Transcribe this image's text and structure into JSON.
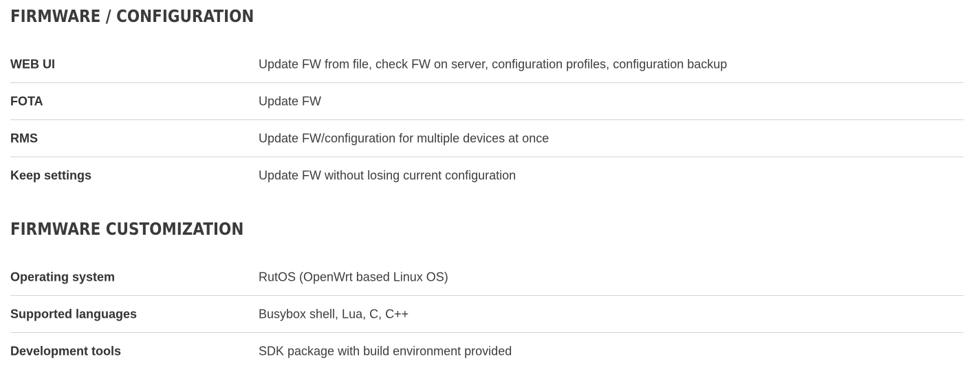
{
  "sections": [
    {
      "title": "FIRMWARE / CONFIGURATION",
      "rows": [
        {
          "label": "WEB UI",
          "value": "Update FW from file, check FW on server, configuration profiles, configuration backup"
        },
        {
          "label": "FOTA",
          "value": "Update FW"
        },
        {
          "label": "RMS",
          "value": "Update FW/configuration for multiple devices at once"
        },
        {
          "label": "Keep settings",
          "value": "Update FW without losing current configuration"
        }
      ]
    },
    {
      "title": "FIRMWARE CUSTOMIZATION",
      "rows": [
        {
          "label": "Operating system",
          "value": "RutOS (OpenWrt based Linux OS)"
        },
        {
          "label": "Supported languages",
          "value": "Busybox shell, Lua, C, C++"
        },
        {
          "label": "Development tools",
          "value": "SDK package with build environment provided"
        }
      ]
    }
  ]
}
